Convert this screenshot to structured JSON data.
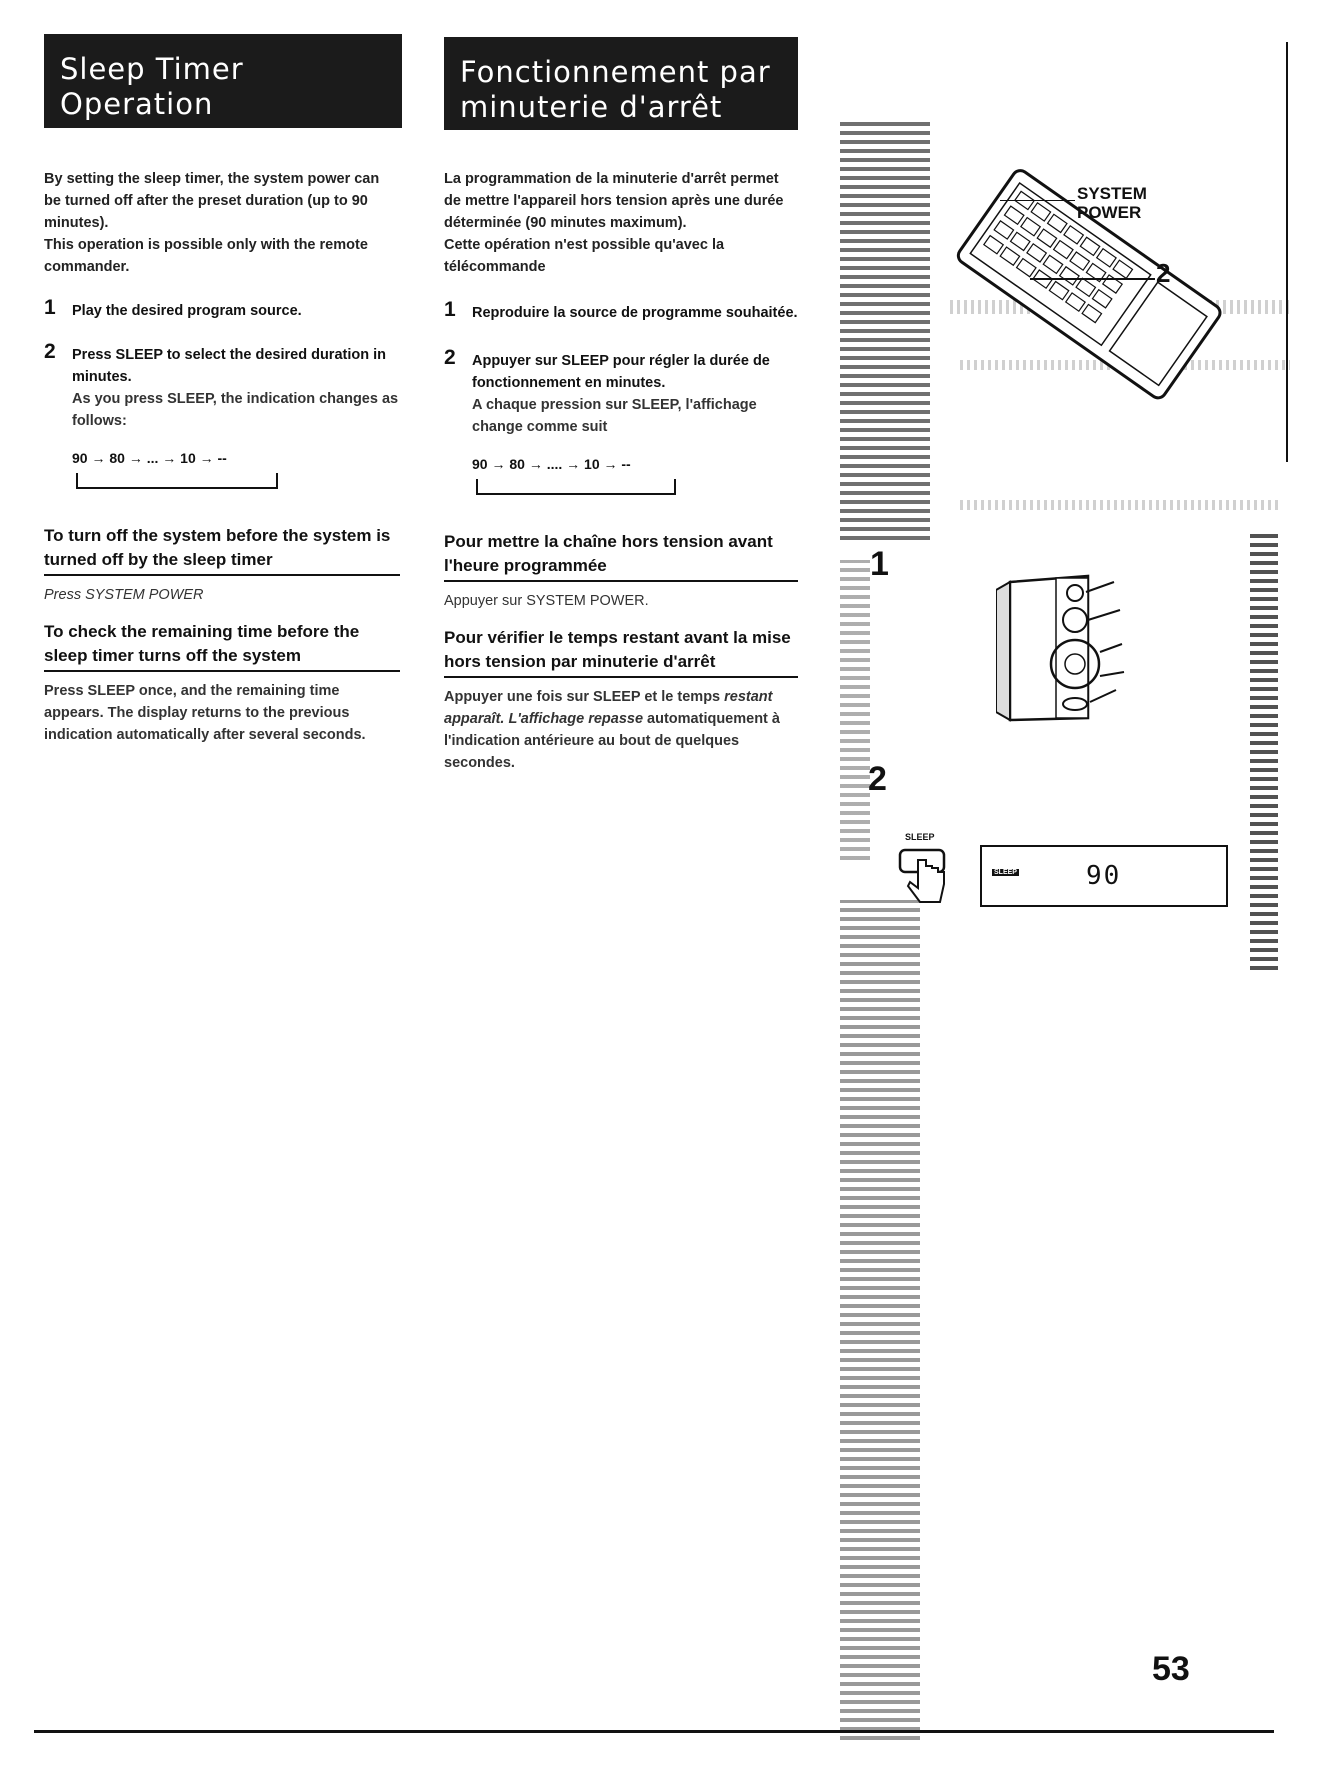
{
  "english": {
    "title_line1": "Sleep Timer",
    "title_line2": "Operation",
    "intro1": "By setting the sleep timer, the system power can be turned off after the preset duration (up to 90 minutes).",
    "intro2": "This operation is possible only with the remote commander.",
    "step1_num": "1",
    "step1_bold": "Play the desired program source.",
    "step2_num": "2",
    "step2_bold": "Press SLEEP to select the desired duration in minutes.",
    "step2_text": "As you press SLEEP, the indication changes as follows:",
    "sequence": "90 → 80 → ... → 10 → --",
    "sub1_heading": "To turn off the system before the system is turned off by the sleep timer",
    "sub1_text": "Press SYSTEM POWER",
    "sub2_heading": "To check the remaining time before the sleep timer turns off the system",
    "sub2_text": "Press SLEEP once, and the remaining time appears. The display returns to the previous indication automatically after several seconds."
  },
  "french": {
    "title_line1": "Fonctionnement par",
    "title_line2": "minuterie d'arrêt",
    "intro1": "La programmation de la minuterie d'arrêt permet de mettre l'appareil hors tension après une durée déterminée (90 minutes maximum).",
    "intro2": "Cette opération n'est possible qu'avec la télécommande",
    "step1_num": "1",
    "step1_bold": "Reproduire la source de programme souhaitée.",
    "step2_num": "2",
    "step2_bold": "Appuyer sur SLEEP pour régler la durée de fonctionnement en minutes.",
    "step2_text": "A chaque pression sur SLEEP, l'affichage change comme suit",
    "sequence": "90 → 80 → .... → 10 → --",
    "sub1_heading": "Pour mettre la chaîne hors tension avant l'heure programmée",
    "sub1_text": "Appuyer sur SYSTEM POWER.",
    "sub2_heading": "Pour vérifier le temps restant avant la mise hors tension par minuterie d'arrêt",
    "sub2_text_a": "Appuyer une fois sur SLEEP et le temps",
    "sub2_text_b": "restant apparaît. L'affichage repasse",
    "sub2_text_c": "automatiquement à l'indication antérieure au bout de quelques secondes."
  },
  "illustration": {
    "system_power_line1": "SYSTEM",
    "system_power_line2": "POWER",
    "callout_2": "2",
    "step_1": "1",
    "step_2": "2",
    "sleep_button_label": "SLEEP",
    "display_small": "SLEEP",
    "display_value": "90"
  },
  "page_number": "53"
}
